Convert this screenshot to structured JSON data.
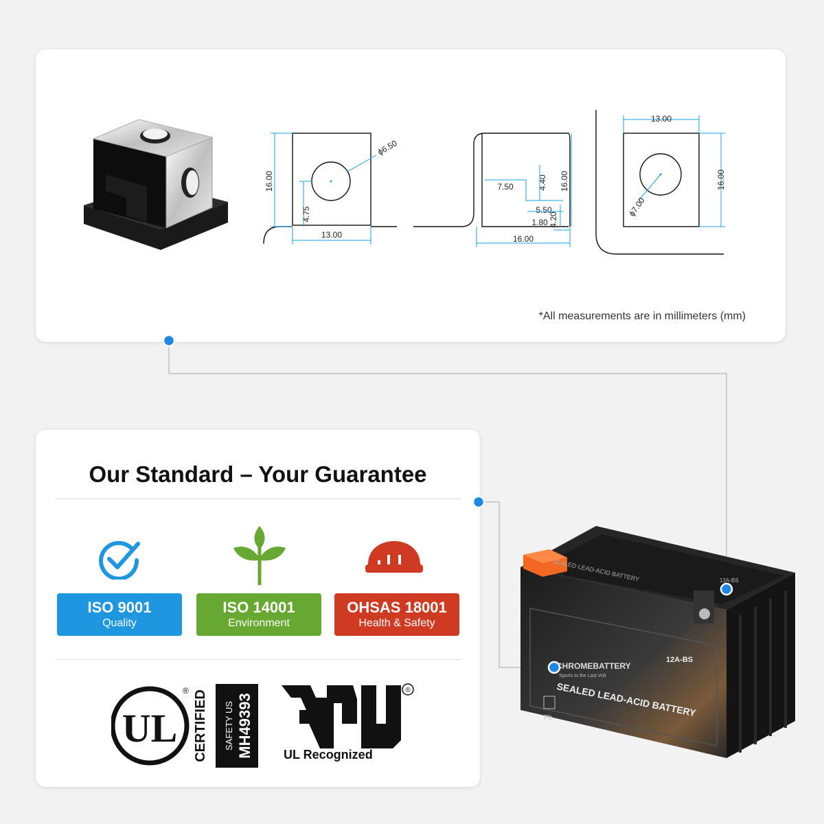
{
  "drawings": {
    "view1": {
      "height": "16.00",
      "width": "13.00",
      "hole_dia": "ϕ6.50",
      "hole_offset": "4.75"
    },
    "view2": {
      "height": "16.00",
      "width": "16.00",
      "d1": "7.50",
      "d2": "4.40",
      "d3": "5.50",
      "d4": "4.20",
      "d5": "1.80"
    },
    "view3": {
      "width": "13.00",
      "height": "16.00",
      "hole_dia": "ϕ7.00"
    },
    "note": "*All measurements are in millimeters (mm)"
  },
  "guarantee": {
    "title": "Our Standard – Your Guarantee",
    "badges": [
      {
        "title": "ISO 9001",
        "subtitle": "Quality",
        "color": "#1e96e0",
        "icon": "check-circle-icon"
      },
      {
        "title": "ISO 14001",
        "subtitle": "Environment",
        "color": "#66a831",
        "icon": "leaf-icon"
      },
      {
        "title": "OHSAS 18001",
        "subtitle": "Health & Safety",
        "color": "#cf3a22",
        "icon": "hard-hat-icon"
      }
    ]
  },
  "certifications": {
    "ul_logo": "UL",
    "certified": "CERTIFIED",
    "safety": "SAFETY US",
    "number": "MH49393",
    "registered": "®",
    "recognized_label": "UL Recognized"
  },
  "battery": {
    "brand": "CHROMEBATTERY",
    "tagline": "Sports to the Last Volt",
    "model": "12A-BS",
    "label": "SEALED LEAD-ACID BATTERY",
    "pb": "Pb"
  },
  "colors": {
    "accent": "#1e88e5",
    "connector": "#b5b5b5"
  }
}
